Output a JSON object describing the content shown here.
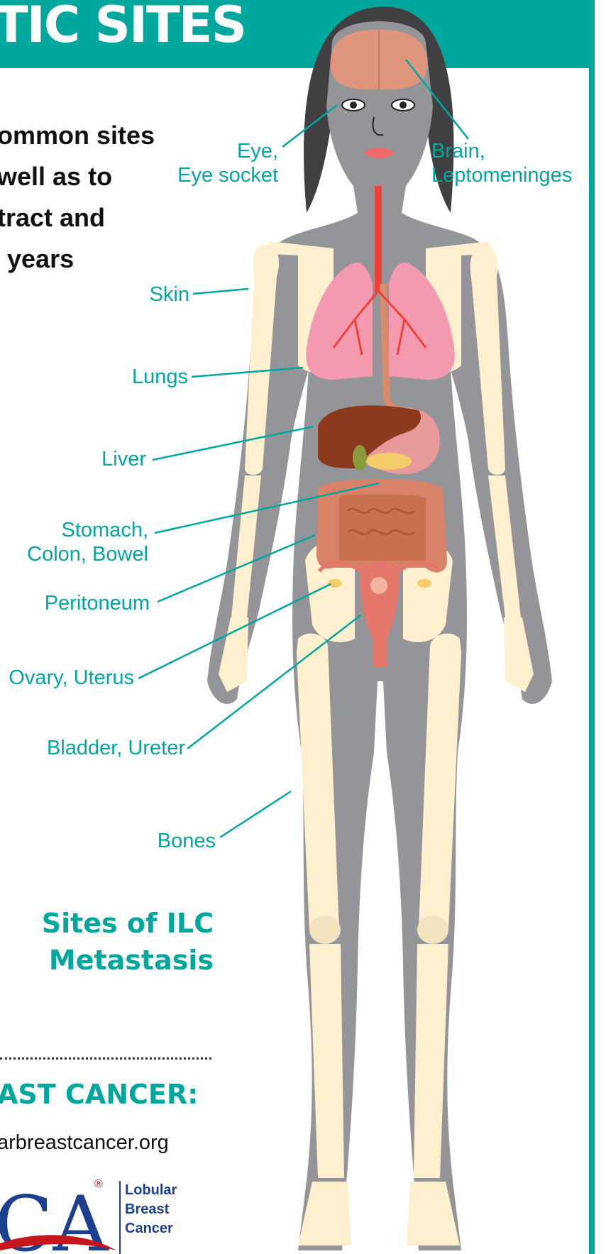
{
  "banner": {
    "title": "TIC SITES"
  },
  "intro": {
    "lines": [
      "ommon sites",
      "well as to",
      "tract and",
      "years"
    ]
  },
  "labels": {
    "eye": [
      "Eye,",
      "Eye socket"
    ],
    "brain": [
      "Brain,",
      "Leptomeninges"
    ],
    "skin": "Skin",
    "lungs": "Lungs",
    "liver": "Liver",
    "stomach": [
      "Stomach,",
      "Colon, Bowel"
    ],
    "peritoneum": "Peritoneum",
    "ovary": "Ovary, Uterus",
    "bladder": "Bladder, Ureter",
    "bones": "Bones"
  },
  "sites_title": [
    "Sites of ILC",
    "Metastasis"
  ],
  "footer": {
    "cta": "AST CANCER:",
    "url": "arbreastcancer.org",
    "logo_letters": "CA",
    "logo_mark": "®",
    "logo_words": [
      "Lobular",
      "Breast",
      "Cancer"
    ]
  },
  "colors": {
    "teal": "#00a79d",
    "body_gray": "#939598",
    "bone": "#fdf0cf",
    "lung": "#f49ab0",
    "liver": "#8b3a1e",
    "intestine": "#d9826a",
    "logo_blue": "#1d3f8f",
    "logo_red": "#c4161c"
  }
}
